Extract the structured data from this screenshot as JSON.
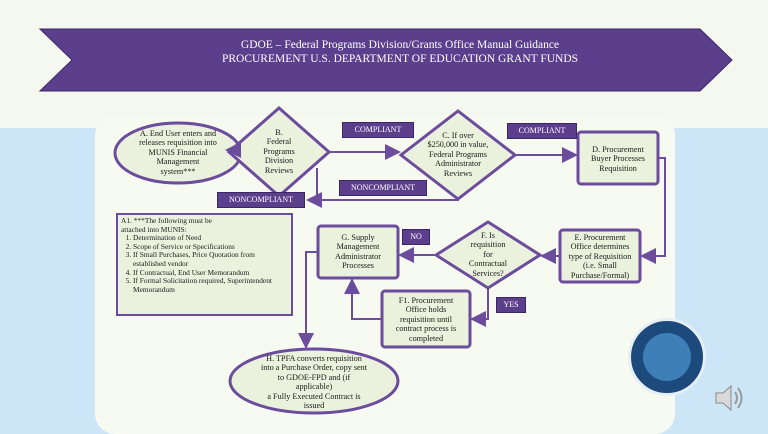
{
  "header": {
    "line1": "GDOE – Federal Programs Division/Grants Office Manual Guidance",
    "line2": "PROCUREMENT U.S. DEPARTMENT OF EDUCATION GRANT FUNDS"
  },
  "nodes": {
    "a": [
      "A. End User enters and",
      "releases requisition into",
      "MUNIS Financial",
      "Management",
      "system***"
    ],
    "b": [
      "B.",
      "Federal",
      "Programs",
      "Division",
      "Reviews"
    ],
    "c": [
      "C. If over",
      "$250,000 in value,",
      "Federal Programs",
      "Administrator",
      "Reviews"
    ],
    "d": [
      "D. Procurement",
      "Buyer Processes",
      "Requisition"
    ],
    "e": [
      "E. Procurement",
      "Office determines",
      "type of Requisition",
      "(i.e. Small",
      "Purchase/Formal)"
    ],
    "f": [
      "F. Is",
      "requisition",
      "for",
      "Contractual",
      "Services?"
    ],
    "g": [
      "G. Supply",
      "Management",
      "Administrator",
      "Processes"
    ],
    "f1": [
      "F1. Procurement",
      "Office holds",
      "requisition until",
      "contract process is",
      "completed"
    ],
    "h": [
      "H. TPFA converts requisition",
      "into a Purchase Order, copy sent",
      "to GDOE-FPD and  (if",
      "applicable)",
      "a Fully Executed Contract is",
      "issued"
    ]
  },
  "labels": {
    "compliant_1": "COMPLIANT",
    "compliant_2": "COMPLIANT",
    "noncompliant_1": "NONCOMPLIANT",
    "noncompliant_2": "NONCOMPLIANT",
    "no": "NO",
    "yes": "YES"
  },
  "note": {
    "intro_1": "A1. ***The following must be",
    "intro_2": "attached into MUNIS:",
    "items": [
      "Determination of Need",
      "Scope of Service or Specifications",
      "If Small Purchases, Price Quotation from established vendor",
      "If Contractual, End User Memorandum",
      "If Formal Solicitation required, Superintendent Memorandum"
    ]
  },
  "colors": {
    "banner": "#5c3f8c",
    "node_fill": "#eaf1dd",
    "node_border": "#6c4c9c",
    "arrow": "#6c4c9c",
    "label_fill": "#5c3f8c"
  }
}
